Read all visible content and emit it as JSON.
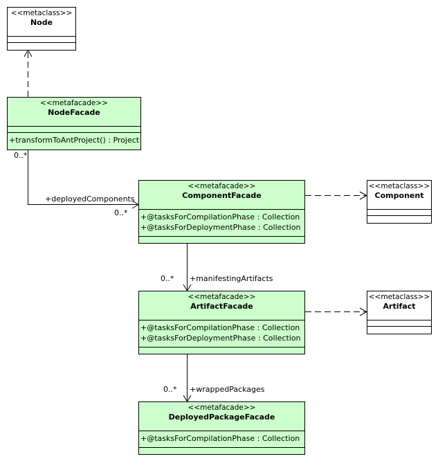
{
  "classes": {
    "node": {
      "stereotype": "<<metaclass>>",
      "name": "Node"
    },
    "node_facade": {
      "stereotype": "<<metafacade>>",
      "name": "NodeFacade",
      "operations": [
        "+transformToAntProject() : Project"
      ]
    },
    "component_facade": {
      "stereotype": "<<metafacade>>",
      "name": "ComponentFacade",
      "attributes": [
        "+@tasksForCompilationPhase : Collection",
        "+@tasksForDeploymentPhase : Collection"
      ]
    },
    "component": {
      "stereotype": "<<metaclass>>",
      "name": "Component"
    },
    "artifact_facade": {
      "stereotype": "<<metafacade>>",
      "name": "ArtifactFacade",
      "attributes": [
        "+@tasksForCompilationPhase : Collection",
        "+@tasksForDeploymentPhase : Collection"
      ]
    },
    "artifact": {
      "stereotype": "<<metaclass>>",
      "name": "Artifact"
    },
    "deployed_package_facade": {
      "stereotype": "<<metafacade>>",
      "name": "DeployedPackageFacade",
      "attributes": [
        "+@tasksForCompilationPhase : Collection"
      ]
    }
  },
  "associations": {
    "deployed_components": {
      "source_multiplicity": "0..*",
      "role": "+deployedComponents",
      "target_multiplicity": "0..*"
    },
    "manifesting_artifacts": {
      "role": "+manifestingArtifacts",
      "target_multiplicity": "0..*"
    },
    "wrapped_packages": {
      "role": "+wrappedPackages",
      "target_multiplicity": "0..*"
    }
  },
  "colors": {
    "facade_fill": "#ccffcc",
    "metaclass_fill": "#ffffff",
    "line": "#000000"
  }
}
